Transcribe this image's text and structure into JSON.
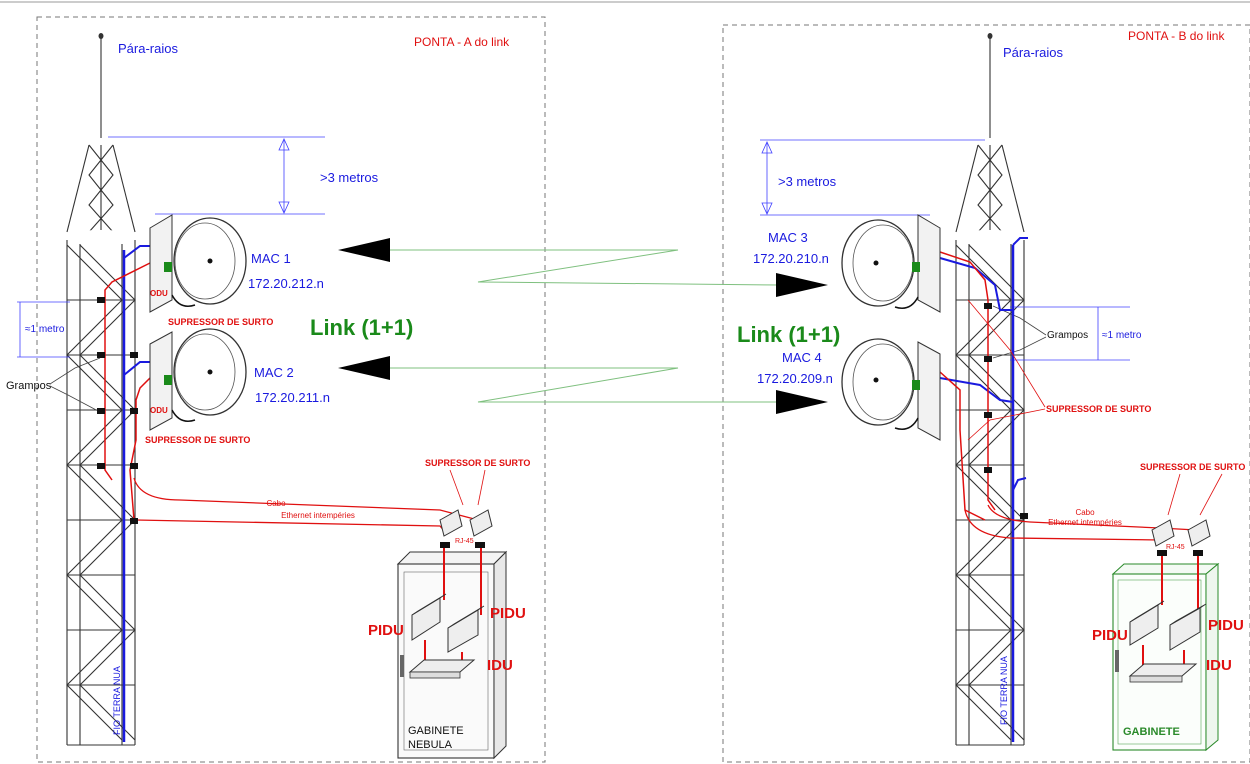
{
  "side_a": {
    "header": "PONTA -  A do link",
    "lightning_rod": "Pára-raios",
    "height_note": ">3 metros",
    "spacing_note": "≈1 metro",
    "clamps": "Grampos",
    "mac_top": "MAC 1",
    "ip_top": "172.20.212.n",
    "mac_bottom": "MAC 2",
    "ip_bottom": "172.20.211.n",
    "odu_top": "ODU",
    "odu_bottom": "ODU",
    "surge_top": "SUPRESSOR DE SURTO",
    "surge_bottom": "SUPRESSOR DE SURTO",
    "surge_cabinet": "SUPRESSOR DE SURTO",
    "cable_line1": "Cabo",
    "cable_line2": "Ethernet intempéries",
    "rj45": "RJ-45",
    "pidu_left": "PIDU",
    "pidu_right": "PIDU",
    "idu": "IDU",
    "cabinet_line1": "GABINETE",
    "cabinet_line2": "NEBULA",
    "ground_wire": "FIO TERRA NUA"
  },
  "side_b": {
    "header": "PONTA -  B do link",
    "lightning_rod": "Pára-raios",
    "height_note": ">3 metros",
    "spacing_note": "≈1 metro",
    "clamps": "Grampos",
    "mac_top": "MAC 3",
    "ip_top": "172.20.210.n",
    "mac_bottom": "MAC 4",
    "ip_bottom": "172.20.209.n",
    "surge_mid": "SUPRESSOR DE SURTO",
    "surge_cabinet": "SUPRESSOR DE SURTO",
    "cable_line1": "Cabo",
    "cable_line2": "Ethernet intempéries",
    "rj45": "RJ-45",
    "pidu_left": "PIDU",
    "pidu_right": "PIDU",
    "idu": "IDU",
    "cabinet": "GABINETE",
    "ground_wire": "FIO TERRA NUA"
  },
  "link_left": "Link (1+1)",
  "link_right": "Link (1+1)",
  "colors": {
    "blue": "#1a1adf",
    "red": "#e01010",
    "green": "#1a8a1a",
    "link_line": "#7fc07f"
  }
}
